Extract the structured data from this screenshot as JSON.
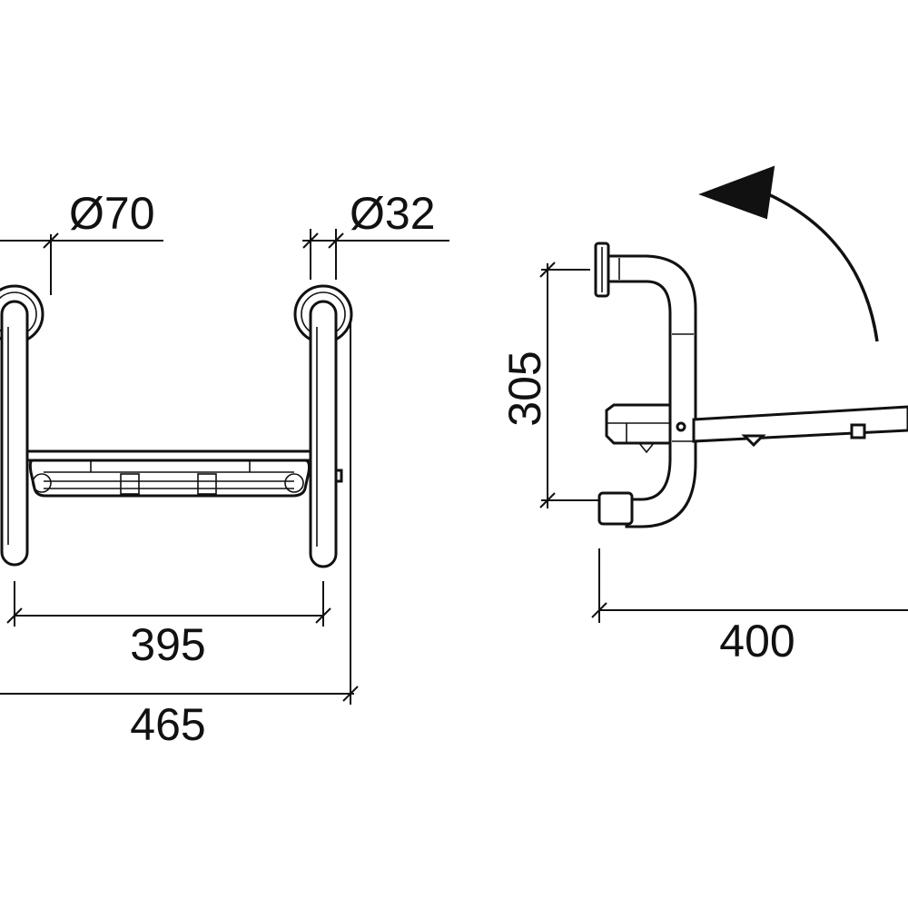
{
  "dimensions": {
    "flange_diameter": "Ø70",
    "tube_diameter": "Ø32",
    "inner_width": "395",
    "overall_width": "465",
    "height": "305",
    "depth": "400"
  }
}
